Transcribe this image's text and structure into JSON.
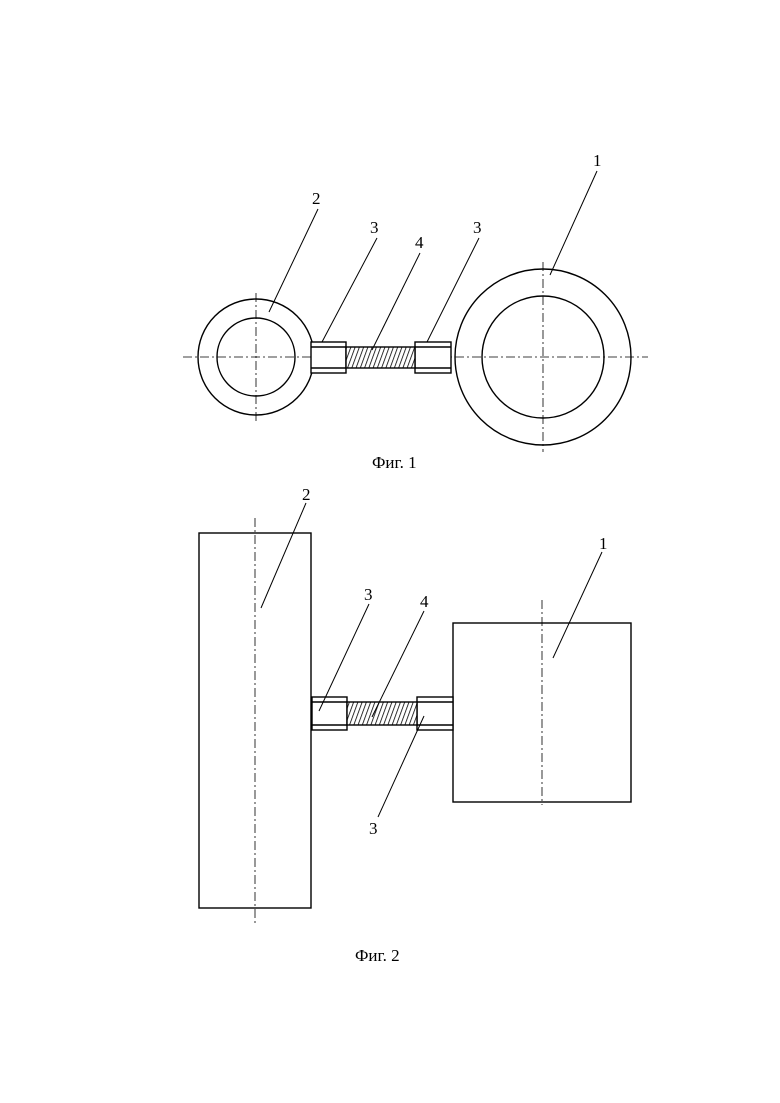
{
  "figure1": {
    "caption": "Фиг. 1",
    "labels": {
      "part_1": "1",
      "part_2": "2",
      "part_3_left": "3",
      "part_3_right": "3",
      "part_4": "4"
    }
  },
  "figure2": {
    "caption": "Фиг. 2",
    "labels": {
      "part_1": "1",
      "part_2": "2",
      "part_3_top": "3",
      "part_3_bottom": "3",
      "part_4": "4"
    }
  }
}
